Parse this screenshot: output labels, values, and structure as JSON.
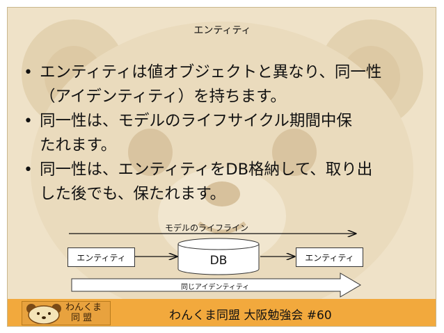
{
  "slide": {
    "title": "エンティティ",
    "bullets": [
      {
        "line1": "エンティティは値オブジェクトと異なり、同一性",
        "line2": "（アイデンティティ）を持ちます。"
      },
      {
        "line1": "同一性は、モデルのライフサイクル期間中保",
        "line2": "たれます。"
      },
      {
        "line1": "同一性は、エンティティをDB格納して、取り出",
        "line2": "した後でも、保たれます。"
      }
    ],
    "bullet_marker": "•"
  },
  "diagram": {
    "lifeline_label": "モデルのライフライン",
    "left_box": "エンティティ",
    "db_label": "DB",
    "right_box": "エンティティ",
    "identity_label": "同じアイデンティティ"
  },
  "footer": {
    "text": "わんくま同盟 大阪勉強会 #60",
    "logo_line1": "わんくま",
    "logo_line2": "同 盟"
  },
  "colors": {
    "slide_bg": "#efe2c8",
    "footer_bg": "#f2a93d",
    "bear_face": "#e6d6b6"
  },
  "icons": {
    "bear_background": "bear-face-icon",
    "logo_bear": "bear-logo-icon"
  }
}
